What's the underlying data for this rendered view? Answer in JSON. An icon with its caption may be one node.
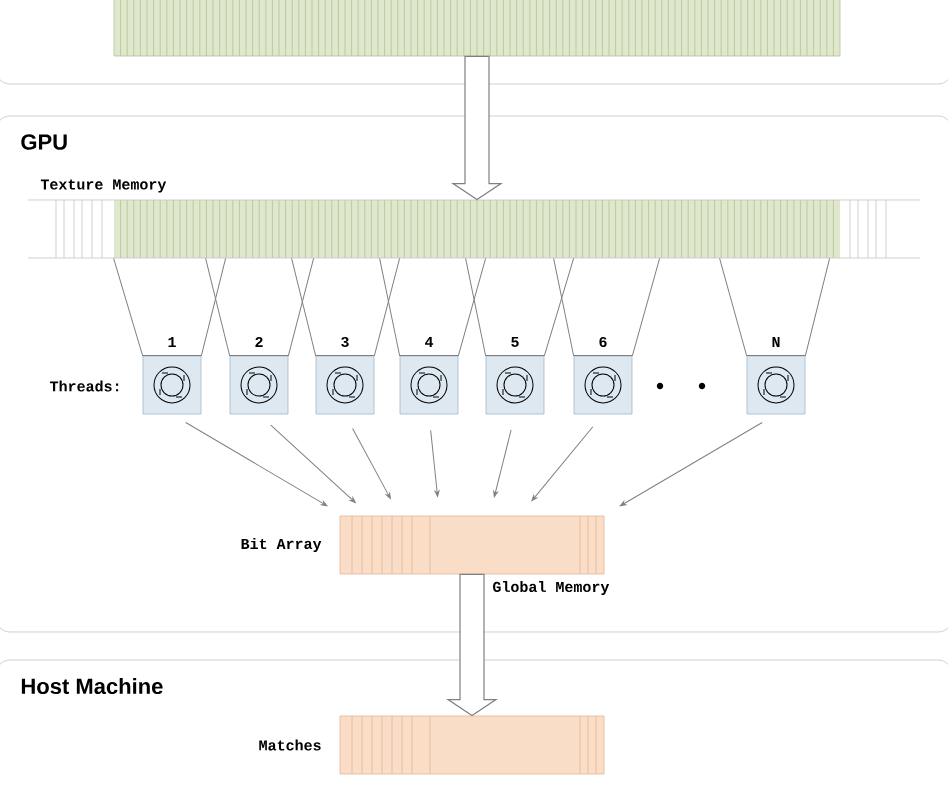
{
  "diagram": {
    "nodes": [
      {
        "text": [],
        "shape": "bar"
      },
      {
        "text": [
          "GPU"
        ]
      },
      {
        "text": [
          "Texture Memory"
        ],
        "in": 1
      },
      {
        "text": [
          "1"
        ],
        "in": 1
      },
      {
        "text": [
          "2"
        ],
        "in": 1
      },
      {
        "text": [
          "3"
        ],
        "in": 1
      },
      {
        "text": [
          "4"
        ],
        "in": 1
      },
      {
        "text": [
          "5"
        ],
        "in": 1
      },
      {
        "text": [
          "6"
        ],
        "in": 1
      },
      {
        "text": [
          "N"
        ],
        "in": 1
      },
      {
        "text": [
          "Bit Array"
        ],
        "in": 1,
        "beside": [
          "Global Memory"
        ]
      },
      {
        "text": [
          "Host Machine"
        ]
      },
      {
        "text": [
          "Matches"
        ],
        "in": 11
      }
    ],
    "edges": [
      {
        "from": 0,
        "to": 2,
        "arrow": "to",
        "style": "thick"
      },
      {
        "from": 2,
        "to": 3,
        "arrow": "none"
      },
      {
        "from": 2,
        "to": 4,
        "arrow": "none"
      },
      {
        "from": 2,
        "to": 5,
        "arrow": "none"
      },
      {
        "from": 2,
        "to": 6,
        "arrow": "none"
      },
      {
        "from": 2,
        "to": 7,
        "arrow": "none"
      },
      {
        "from": 2,
        "to": 8,
        "arrow": "none"
      },
      {
        "from": 2,
        "to": 9,
        "arrow": "none"
      },
      {
        "from": 3,
        "to": 10,
        "arrow": "to"
      },
      {
        "from": 4,
        "to": 10,
        "arrow": "to"
      },
      {
        "from": 5,
        "to": 10,
        "arrow": "to"
      },
      {
        "from": 6,
        "to": 10,
        "arrow": "to"
      },
      {
        "from": 7,
        "to": 10,
        "arrow": "to"
      },
      {
        "from": 8,
        "to": 10,
        "arrow": "to"
      },
      {
        "from": 9,
        "to": 10,
        "arrow": "to"
      },
      {
        "from": 10,
        "to": 12,
        "arrow": "to",
        "style": "thick"
      }
    ],
    "labels": [
      "Threads:"
    ]
  }
}
